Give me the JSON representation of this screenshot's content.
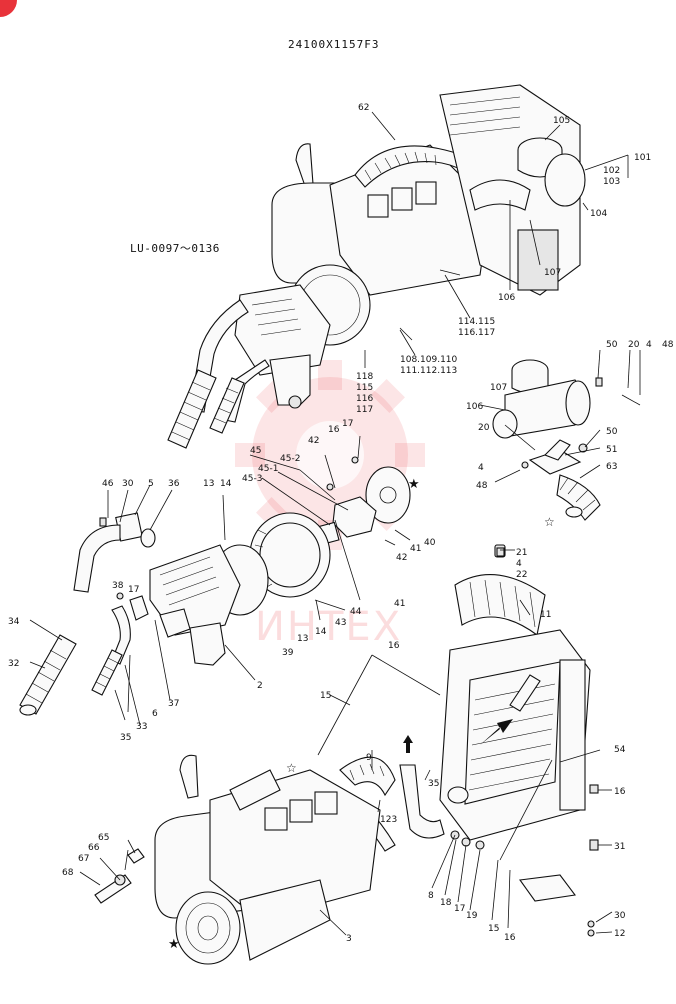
{
  "header": {
    "drawing_code": "24100X1157F3",
    "serial_range": "LU-0097〜0136"
  },
  "watermark": {
    "text": "ИНТЕХ",
    "color": "#e8333a"
  },
  "logo_color": "#e8333a",
  "callouts": {
    "c62": "62",
    "c105": "105",
    "c101": "101",
    "c102": "102",
    "c103": "103",
    "c104": "104",
    "c107a": "107",
    "c106a": "106",
    "c114": "114.115",
    "c116": "116.117",
    "c108": "108.109.110",
    "c111": "111.112.113",
    "c118": "118",
    "c115": "115",
    "c116b": "116",
    "c117": "117",
    "c50a": "50",
    "c20a": "20",
    "c4a": "4",
    "c48a": "48",
    "c107b": "107",
    "c106b": "106",
    "c50b": "50",
    "c51": "51",
    "c20b": "20",
    "c4b": "4",
    "c63": "63",
    "c48b": "48",
    "c16a": "16",
    "c17a": "17",
    "c42a": "42",
    "c45": "45",
    "c45_2": "45-2",
    "c45_1": "45-1",
    "c45_3": "45-3",
    "c40": "40",
    "c41a": "41",
    "c42b": "42",
    "c46": "46",
    "c30a": "30",
    "c5": "5",
    "c36": "36",
    "c13a": "13",
    "c14a": "14",
    "c38": "38",
    "c17b": "17",
    "c34": "34",
    "c32": "32",
    "c6": "6",
    "c37": "37",
    "c33": "33",
    "c35a": "35",
    "c2": "2",
    "c44": "44",
    "c41b": "41",
    "c43": "43",
    "c14b": "14",
    "c13b": "13",
    "c39": "39",
    "c21": "21",
    "c4c": "4",
    "c22": "22",
    "c11": "11",
    "c16b": "16",
    "c15a": "15",
    "c9": "9",
    "c123": "123",
    "c35b": "35",
    "c54": "54",
    "c16c": "16",
    "c65": "65",
    "c66": "66",
    "c67": "67",
    "c68": "68",
    "c8": "8",
    "c18": "18",
    "c17c": "17",
    "c19": "19",
    "c15b": "15",
    "c16d": "16",
    "c31": "31",
    "c30b": "30",
    "c12": "12",
    "c3": "3"
  }
}
